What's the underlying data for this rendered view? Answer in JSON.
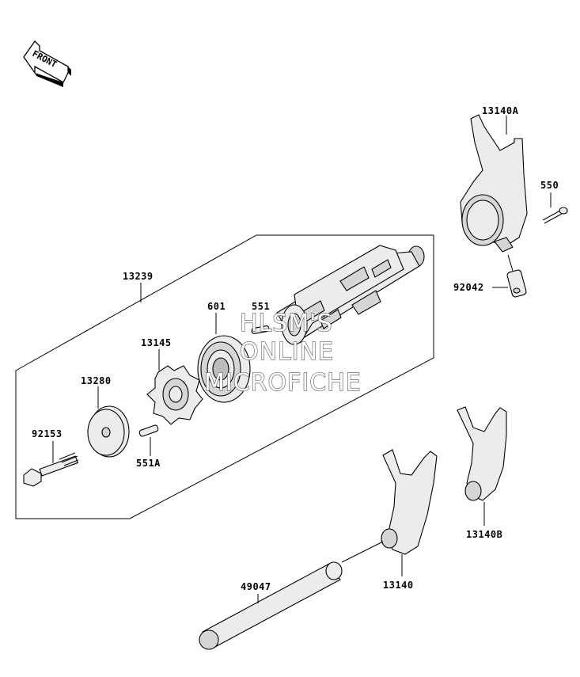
{
  "front_badge": "FRONT",
  "watermark": {
    "line1": "HLSM'S",
    "line2": "ONLINE",
    "line3": "MICROFICHE"
  },
  "parts": {
    "fork_a": "13140A",
    "cotter_pin": "550",
    "pin_92042": "92042",
    "assembly": "13239",
    "bearing": "601",
    "pin_551": "551",
    "holder": "13145",
    "plate": "13280",
    "bolt": "92153",
    "pin_551a": "551A",
    "fork_b": "13140B",
    "fork": "13140",
    "shaft": "49047"
  }
}
